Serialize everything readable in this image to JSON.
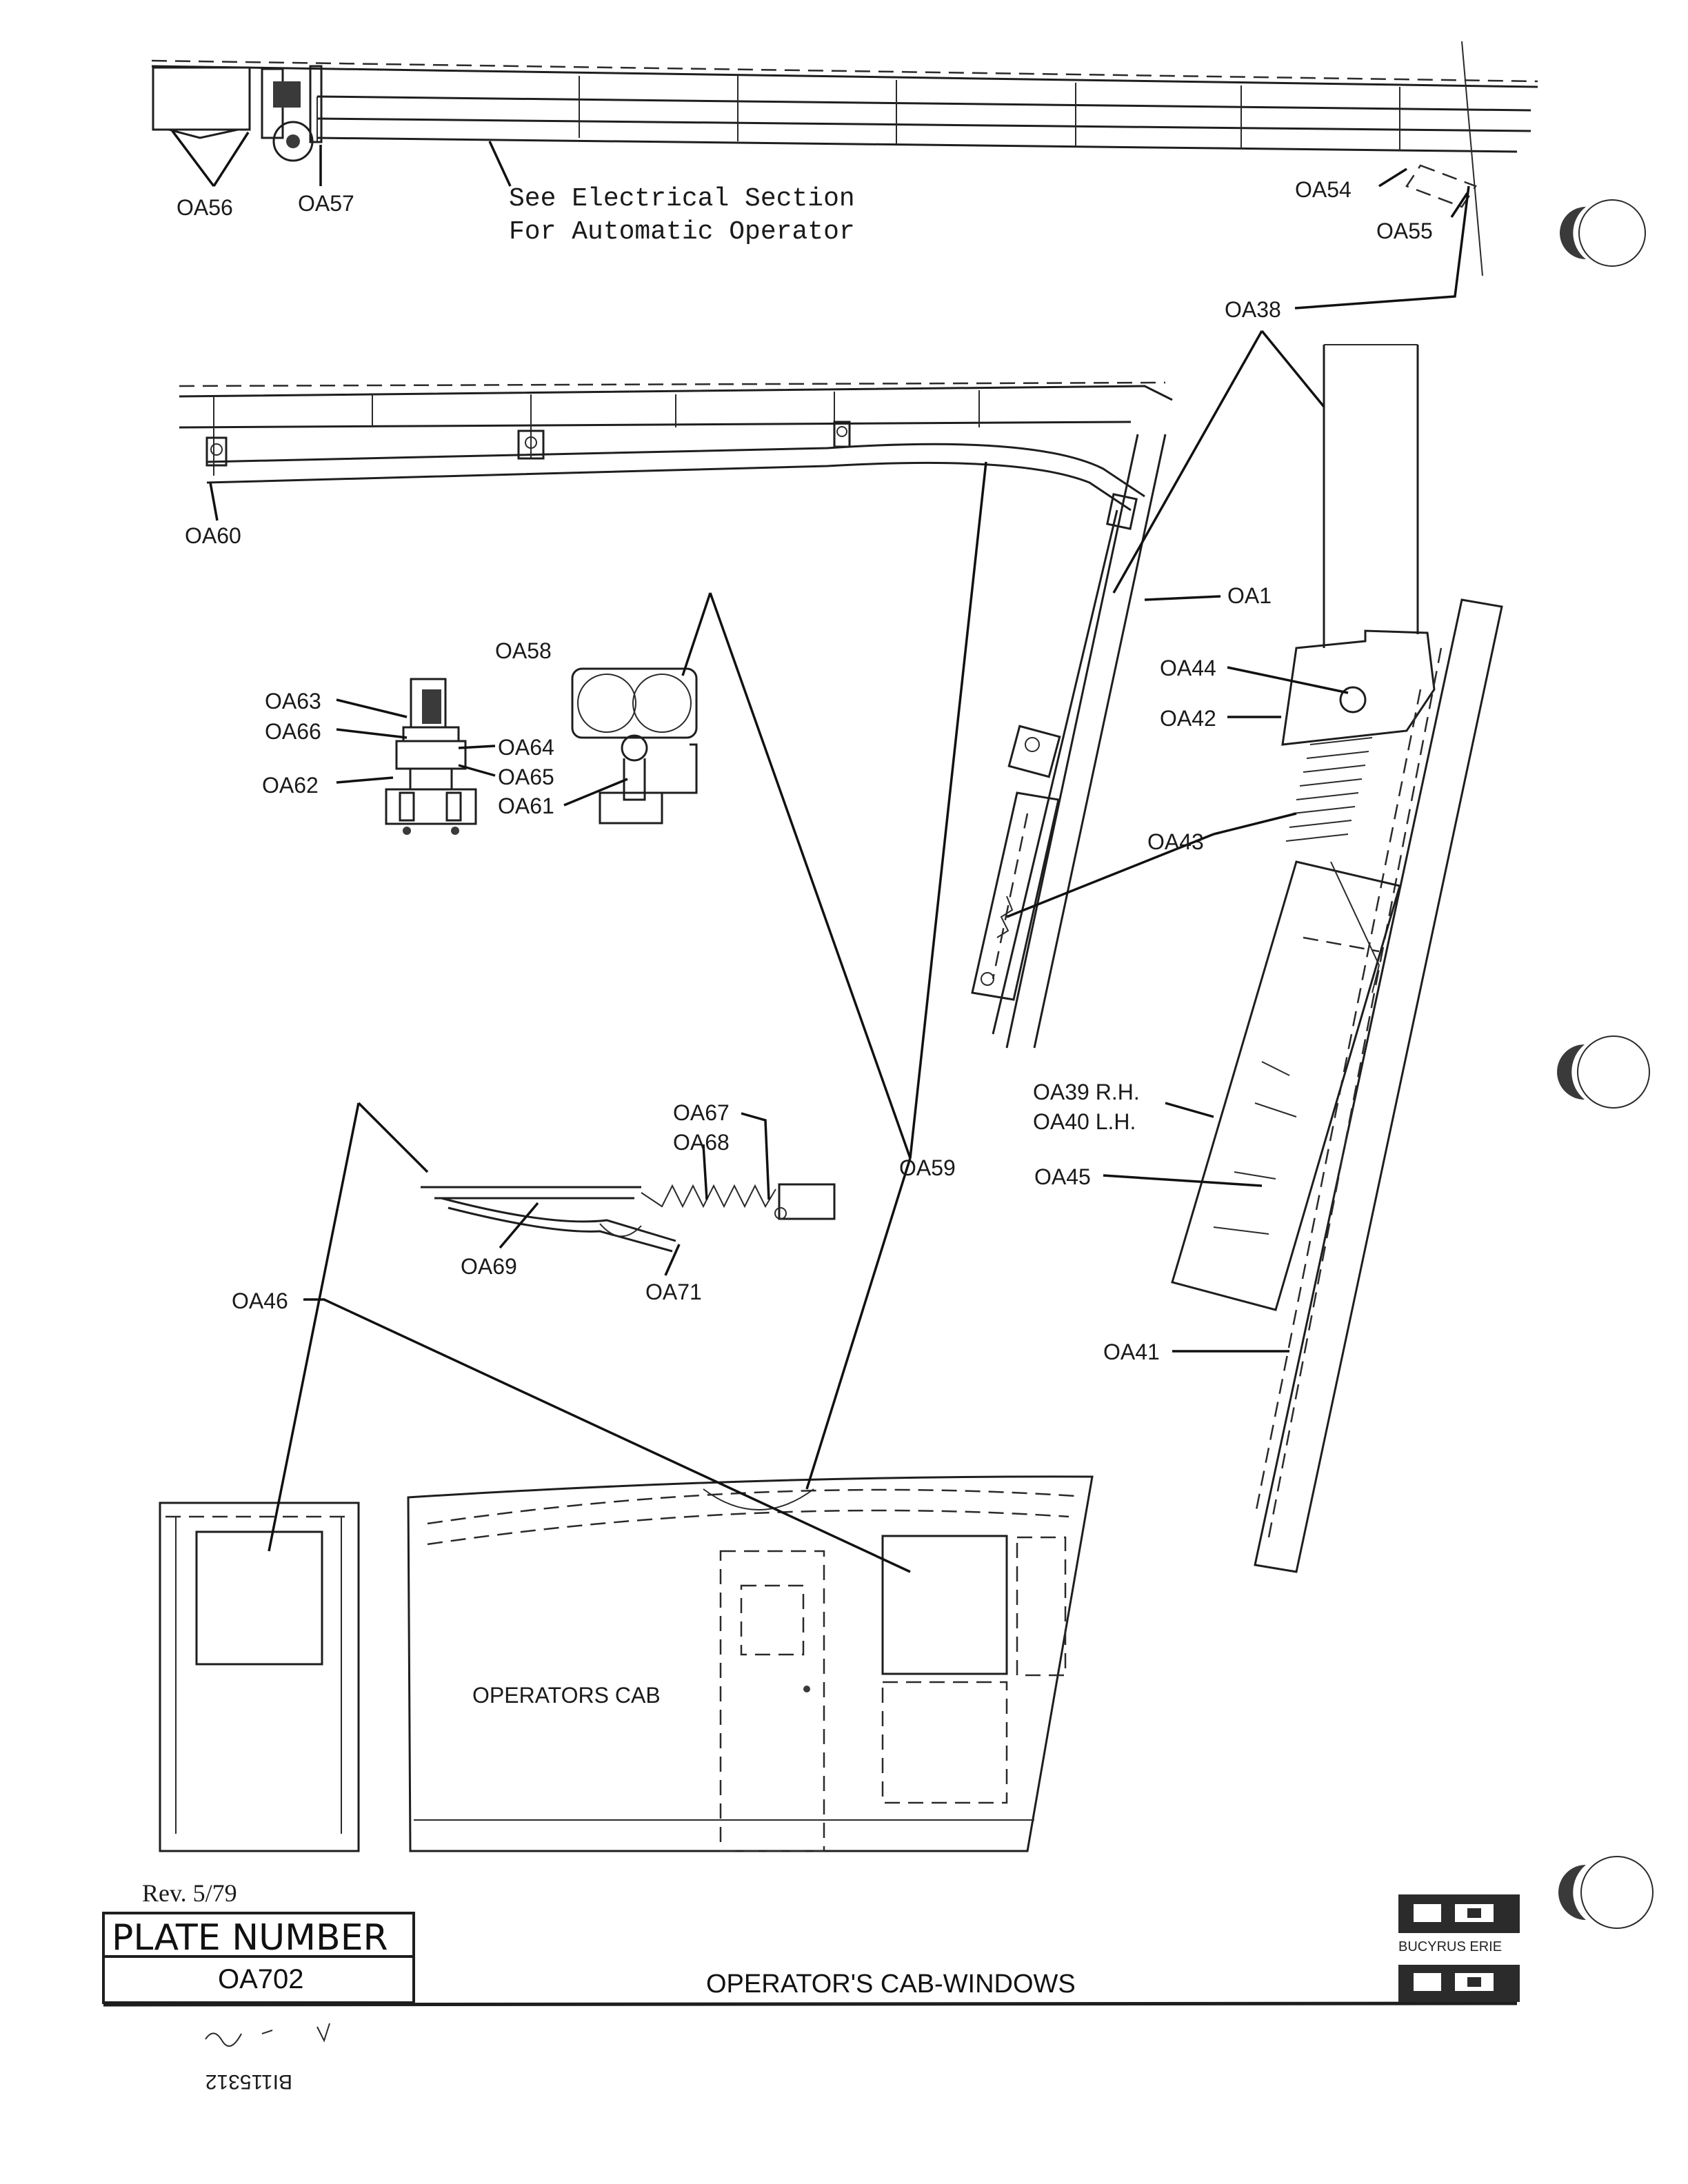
{
  "labels": {
    "oa56": "OA56",
    "oa57": "OA57",
    "oa54": "OA54",
    "oa55": "OA55",
    "oa38": "OA38",
    "oa60": "OA60",
    "oa1": "OA1",
    "oa58": "OA58",
    "oa63": "OA63",
    "oa66": "OA66",
    "oa62": "OA62",
    "oa64": "OA64",
    "oa65": "OA65",
    "oa61": "OA61",
    "oa44": "OA44",
    "oa42": "OA42",
    "oa43": "OA43",
    "oa39": "OA39 R.H.",
    "oa40": "OA40 L.H.",
    "oa45": "OA45",
    "oa41": "OA41",
    "oa67": "OA67",
    "oa68": "OA68",
    "oa59": "OA59",
    "oa69": "OA69",
    "oa71": "OA71",
    "oa46": "OA46"
  },
  "electrical_note": {
    "line1": "See Electrical Section",
    "line2": "For Automatic Operator"
  },
  "cab_label": "OPERATORS CAB",
  "title_block": {
    "revision": "Rev. 5/79",
    "plate_heading": "PLATE NUMBER",
    "plate_number": "OA702",
    "title": "OPERATOR'S CAB-WINDOWS",
    "logo_text": "BUCYRUS ERIE"
  },
  "document_id": "BI115312"
}
